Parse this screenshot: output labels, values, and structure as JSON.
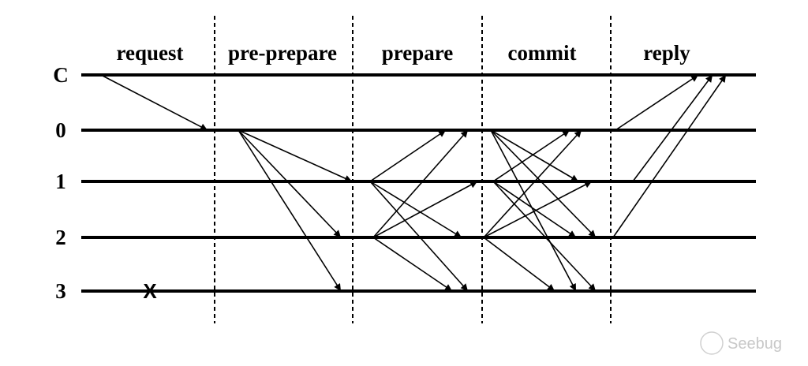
{
  "phases": [
    "request",
    "pre-prepare",
    "prepare",
    "commit",
    "reply"
  ],
  "nodes": [
    "C",
    "0",
    "1",
    "2",
    "3"
  ],
  "failed_marker": "X",
  "watermark": "Seebug"
}
